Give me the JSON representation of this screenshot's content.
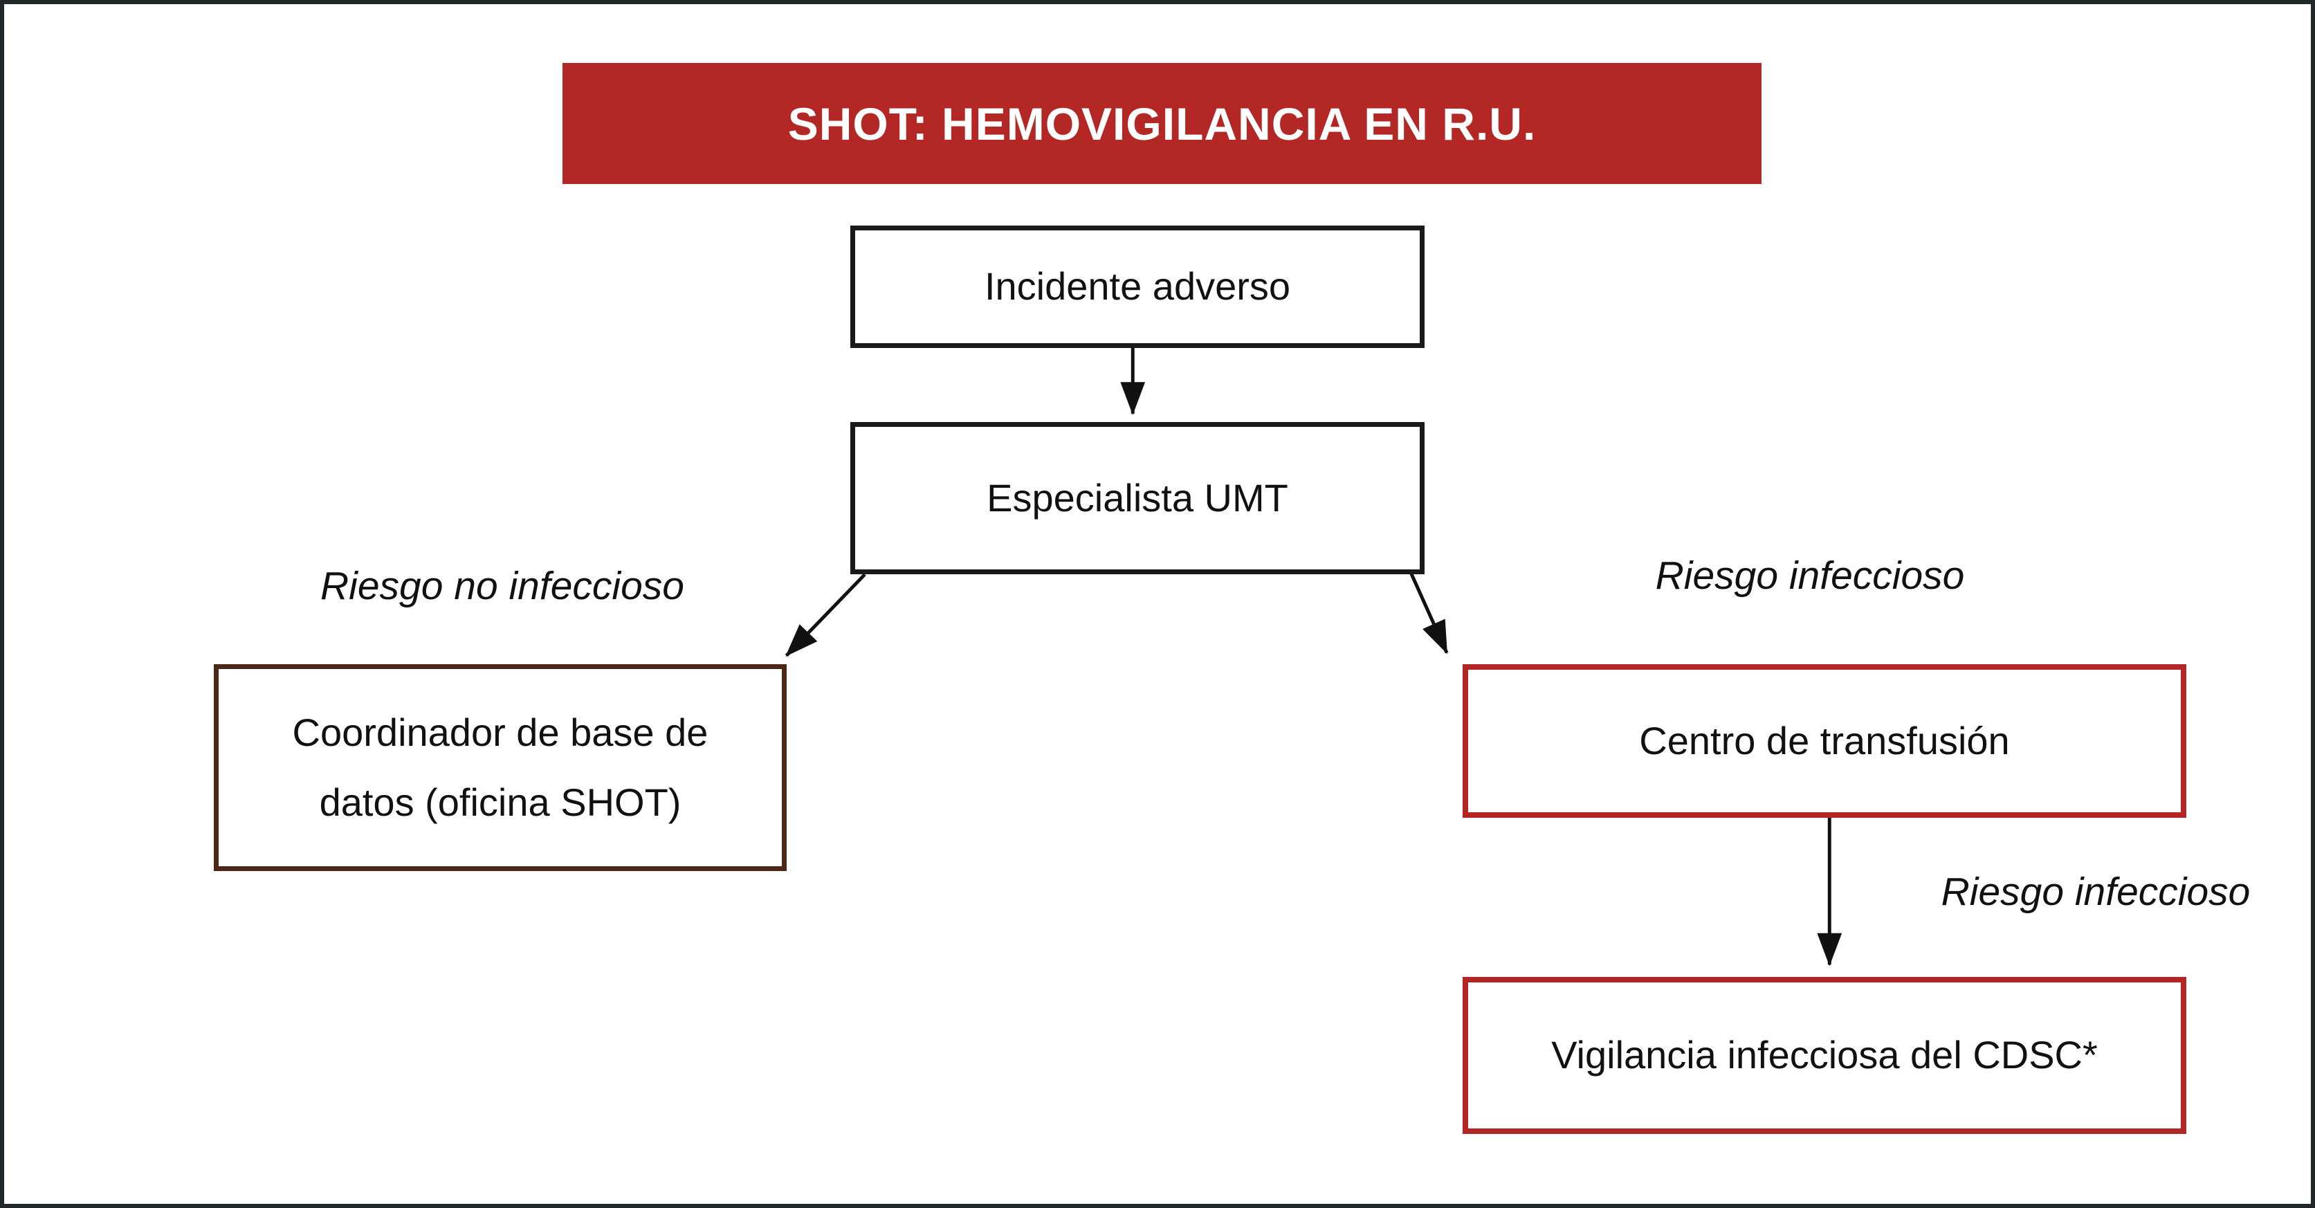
{
  "title": "SHOT: HEMOVIGILANCIA EN R.U.",
  "nodes": {
    "incidente": "Incidente adverso",
    "especialista": "Especialista UMT",
    "coordinador": "Coordinador de base de datos (oficina SHOT)",
    "centro": "Centro de transfusión",
    "vigilancia": "Vigilancia infecciosa del CDSC*"
  },
  "edge_labels": {
    "left": "Riesgo no infeccioso",
    "right_top": "Riesgo infeccioso",
    "right_bottom": "Riesgo infeccioso"
  },
  "colors": {
    "title_bg": "#b32724",
    "title_text": "#ffffff",
    "black_box_border": "#1a1a1a",
    "brown_box_border": "#4e2817",
    "red_box_border": "#b22626",
    "frame": "#20282a",
    "arrow": "#111111"
  }
}
